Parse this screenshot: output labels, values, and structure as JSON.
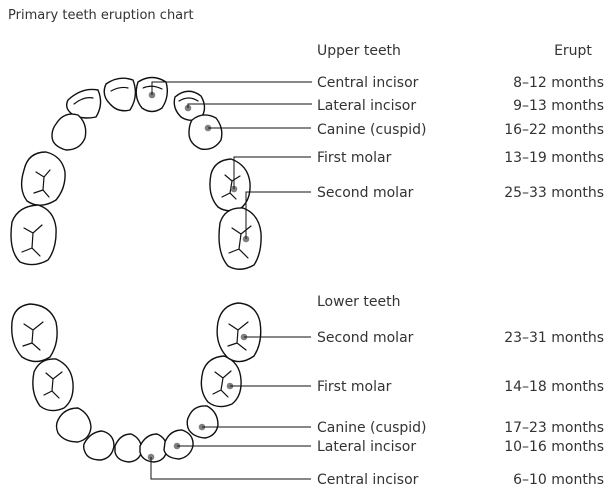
{
  "title": "Primary teeth eruption chart",
  "upper": {
    "header": "Upper teeth",
    "erupt_header": "Erupt",
    "rows": [
      {
        "tooth": "Central incisor",
        "erupt": "8–12 months"
      },
      {
        "tooth": "Lateral incisor",
        "erupt": "9–13 months"
      },
      {
        "tooth": "Canine (cuspid)",
        "erupt": "16–22 months"
      },
      {
        "tooth": "First molar",
        "erupt": "13–19 months"
      },
      {
        "tooth": "Second molar",
        "erupt": "25–33 months"
      }
    ]
  },
  "lower": {
    "header": "Lower teeth",
    "rows": [
      {
        "tooth": "Second molar",
        "erupt": "23–31 months"
      },
      {
        "tooth": "First molar",
        "erupt": "14–18 months"
      },
      {
        "tooth": "Canine (cuspid)",
        "erupt": "17–23 months"
      },
      {
        "tooth": "Lateral incisor",
        "erupt": "10–16 months"
      },
      {
        "tooth": "Central incisor",
        "erupt": "6–10 months"
      }
    ]
  },
  "colors": {
    "outline": "#111111",
    "marker": "#808080",
    "text": "#333333"
  }
}
